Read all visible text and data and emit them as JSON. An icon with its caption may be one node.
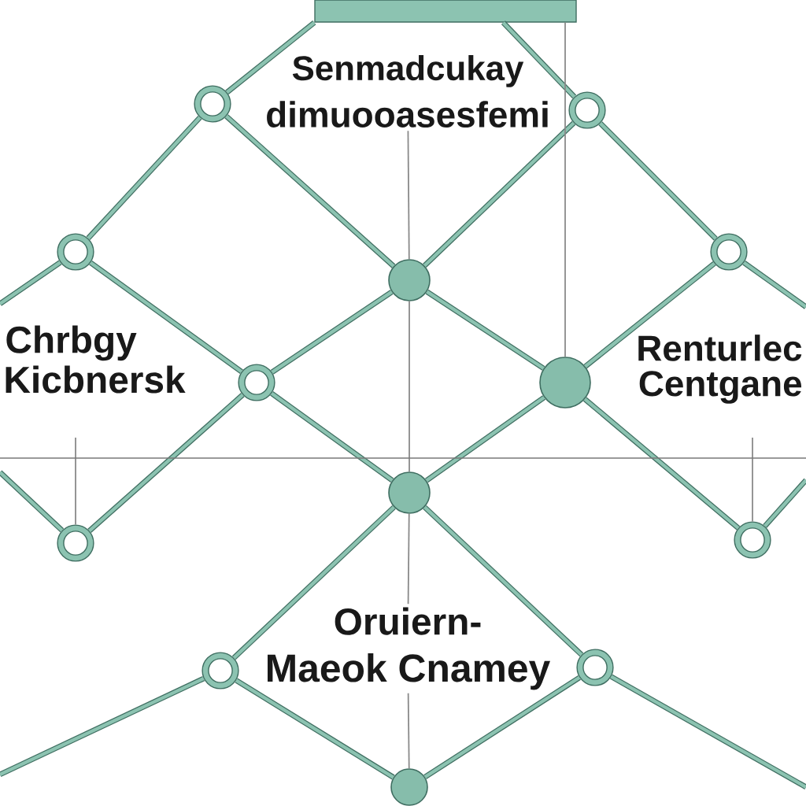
{
  "diagram": {
    "nodes": [
      {
        "text": [],
        "shape": "bar"
      },
      {
        "text": [
          "Senmadcukay",
          "dimuooasesfemi"
        ]
      },
      {
        "text": [],
        "shape": "circle"
      },
      {
        "text": [],
        "shape": "circle"
      },
      {
        "text": [],
        "shape": "circle"
      },
      {
        "text": [],
        "shape": "circle"
      },
      {
        "text": [],
        "shape": "circle"
      },
      {
        "text": [],
        "shape": "circle"
      },
      {
        "text": [],
        "shape": "circle"
      },
      {
        "text": [],
        "shape": "circle"
      },
      {
        "text": [],
        "shape": "circle"
      },
      {
        "text": [],
        "shape": "circle"
      },
      {
        "text": [
          "Oruiern-",
          "Maeok Cnamey"
        ]
      },
      {
        "text": [],
        "shape": "circle"
      },
      {
        "text": [],
        "shape": "circle"
      },
      {
        "text": [],
        "shape": "circle"
      }
    ],
    "edges": [
      {
        "from": 0,
        "to": 2,
        "arrow": "none"
      },
      {
        "from": 0,
        "to": 3,
        "arrow": "none"
      },
      {
        "from": 2,
        "to": 4,
        "arrow": "none"
      },
      {
        "from": 2,
        "to": 5,
        "arrow": "none"
      },
      {
        "from": 3,
        "to": 5,
        "arrow": "none"
      },
      {
        "from": 3,
        "to": 6,
        "arrow": "none"
      },
      {
        "from": 4,
        "to": 7,
        "arrow": "none"
      },
      {
        "from": 5,
        "to": 7,
        "arrow": "none"
      },
      {
        "from": 5,
        "to": 8,
        "arrow": "none"
      },
      {
        "from": 6,
        "to": 8,
        "arrow": "none"
      },
      {
        "from": 7,
        "to": 9,
        "arrow": "none"
      },
      {
        "from": 7,
        "to": 10,
        "arrow": "none"
      },
      {
        "from": 8,
        "to": 9,
        "arrow": "none"
      },
      {
        "from": 8,
        "to": 11,
        "arrow": "none"
      },
      {
        "from": 9,
        "to": 13,
        "arrow": "none"
      },
      {
        "from": 9,
        "to": 14,
        "arrow": "none"
      },
      {
        "from": 13,
        "to": 15,
        "arrow": "none"
      },
      {
        "from": 14,
        "to": 15,
        "arrow": "none"
      },
      {
        "from": 4,
        "to": null,
        "arrow": "none"
      },
      {
        "from": 6,
        "to": null,
        "arrow": "none"
      },
      {
        "from": null,
        "to": 10,
        "arrow": "none"
      },
      {
        "from": 11,
        "to": null,
        "arrow": "none"
      },
      {
        "from": 13,
        "to": null,
        "arrow": "none"
      },
      {
        "from": 14,
        "to": null,
        "arrow": "none"
      },
      {
        "from": 1,
        "to": 5,
        "arrow": "none",
        "color": "#8a8a8a"
      },
      {
        "from": 5,
        "to": 9,
        "arrow": "none",
        "color": "#8a8a8a"
      },
      {
        "from": 9,
        "to": 12,
        "arrow": "none",
        "color": "#8a8a8a"
      },
      {
        "from": 12,
        "to": 15,
        "arrow": "none",
        "color": "#8a8a8a"
      },
      {
        "from": 0,
        "to": 8,
        "arrow": "none",
        "color": "#8a8a8a"
      },
      {
        "from": null,
        "to": 10,
        "arrow": "none",
        "color": "#8a8a8a"
      },
      {
        "from": null,
        "to": 11,
        "arrow": "none",
        "color": "#8a8a8a"
      }
    ],
    "labels": [
      "Chrbgy",
      "Kicbnersk",
      "Renturlec",
      "Centgane"
    ]
  }
}
